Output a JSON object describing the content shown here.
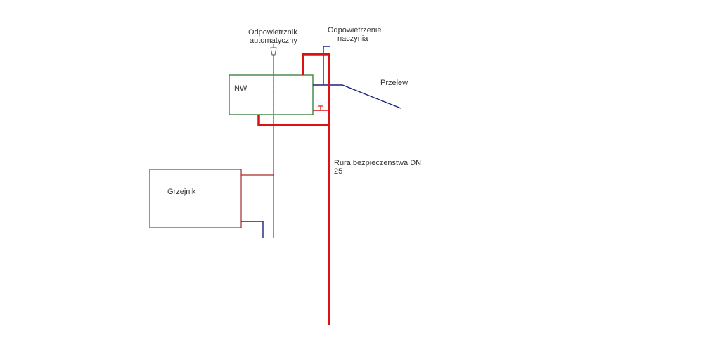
{
  "labels": {
    "air_vent_line1": "Odpowietrznik",
    "air_vent_line2": "automatyczny",
    "vessel_vent_line1": "Odpowietrzenie",
    "vessel_vent_line2": "naczynia",
    "overflow": "Przelew",
    "vessel": "NW",
    "safety_pipe_line1": "Rura bezpieczeństwa DN",
    "safety_pipe_line2": "25",
    "radiator": "Grzejnik"
  },
  "colors": {
    "red_pipe": "#dd1111",
    "thin_red": "#a52a2a",
    "blue_pipe": "#1a237e",
    "vessel_border": "#2e7d32",
    "dashed_magenta": "#cc44cc",
    "radiator_border": "#a52a2a"
  }
}
